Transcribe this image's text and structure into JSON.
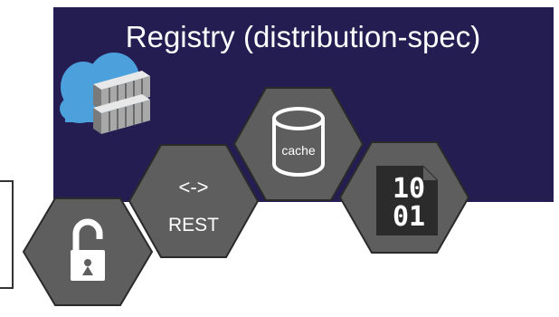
{
  "title": "Registry (distribution-spec)",
  "colors": {
    "panel_background": "#241d52",
    "hexagon_fill": "#5e5e5e",
    "hexagon_stroke": "#2a2a2a",
    "cloud_blue": "#4ca1dc",
    "text": "#ffffff"
  },
  "hexagons": [
    {
      "name": "lock",
      "icon": "open-padlock-icon"
    },
    {
      "name": "rest",
      "icon": "rest-api-icon",
      "arrow_label": "<->",
      "label": "REST"
    },
    {
      "name": "cache",
      "icon": "database-cylinder-icon",
      "label": "cache"
    },
    {
      "name": "binary",
      "icon": "binary-file-icon",
      "lines": [
        "10",
        "01"
      ]
    }
  ],
  "logo_icon": "cloud-registry-icon"
}
